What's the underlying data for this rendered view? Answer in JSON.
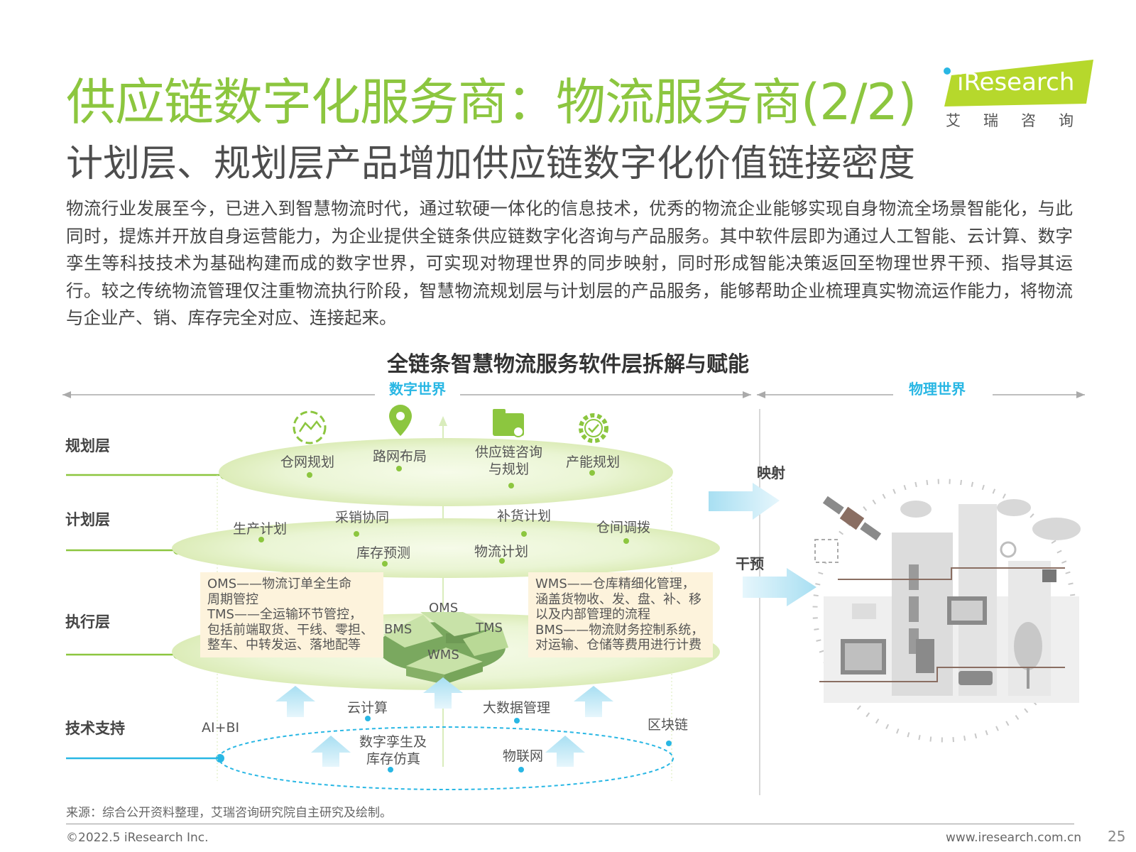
{
  "header": {
    "title": "供应链数字化服务商：物流服务商(2/2)",
    "subtitle": "计划层、规划层产品增加供应链数字化价值链接密度",
    "logo_text": "iResearch",
    "logo_cn": "艾瑞咨询"
  },
  "intro": "物流行业发展至今，已进入到智慧物流时代，通过软硬一体化的信息技术，优秀的物流企业能够实现自身物流全场景智能化，与此同时，提炼并开放自身运营能力，为企业提供全链条供应链数字化咨询与产品服务。其中软件层即为通过人工智能、云计算、数字孪生等科技技术为基础构建而成的数字世界，可实现对物理世界的同步映射，同时形成智能决策返回至物理世界干预、指导其运行。较之传统物流管理仅注重物流执行阶段，智慧物流规划层与计划层的产品服务，能够帮助企业梳理真实物流运作能力，将物流与企业产、销、库存完全对应、连接起来。",
  "diagram": {
    "title": "全链条智慧物流服务软件层拆解与赋能",
    "digital_world": "数字世界",
    "physical_world": "物理世界",
    "mapping": "映射",
    "intervene": "干预",
    "levels": {
      "planning": "规划层",
      "scheduling": "计划层",
      "execution": "执行层",
      "tech": "技术支持"
    },
    "planning_items": [
      "仓网规划",
      "路网布局",
      "供应链咨询",
      "与规划",
      "产能规划"
    ],
    "scheduling_items": [
      "生产计划",
      "采销协同",
      "库存预测",
      "补货计划",
      "物流计划",
      "仓间调拨"
    ],
    "execution_left": [
      "OMS——物流订单全生命",
      "周期管控",
      "TMS——全运输环节管控，",
      "包括前端取货、干线、零担、",
      "整车、中转发运、落地配等"
    ],
    "execution_right": [
      "WMS——仓库精细化管理，",
      "涵盖货物收、发、盘、补、移",
      "以及内部管理的流程",
      "BMS——物流财务控制系统，",
      "对运输、仓储等费用进行计费"
    ],
    "pie_labels": [
      "OMS",
      "BMS",
      "TMS",
      "WMS"
    ],
    "tech_items": [
      "AI+BI",
      "云计算",
      "大数据管理",
      "区块链",
      "数字孪生及",
      "库存仿真",
      "物联网"
    ],
    "colors": {
      "green": "#8cc63f",
      "blue": "#29b7e4",
      "pale_green": "#eef6dc",
      "box": "#fdf3dc"
    }
  },
  "footer": {
    "source": "来源：综合公开资料整理，艾瑞咨询研究院自主研究及绘制。",
    "copyright": "©2022.5 iResearch Inc.",
    "website": "www.iresearch.com.cn",
    "page": "25"
  }
}
